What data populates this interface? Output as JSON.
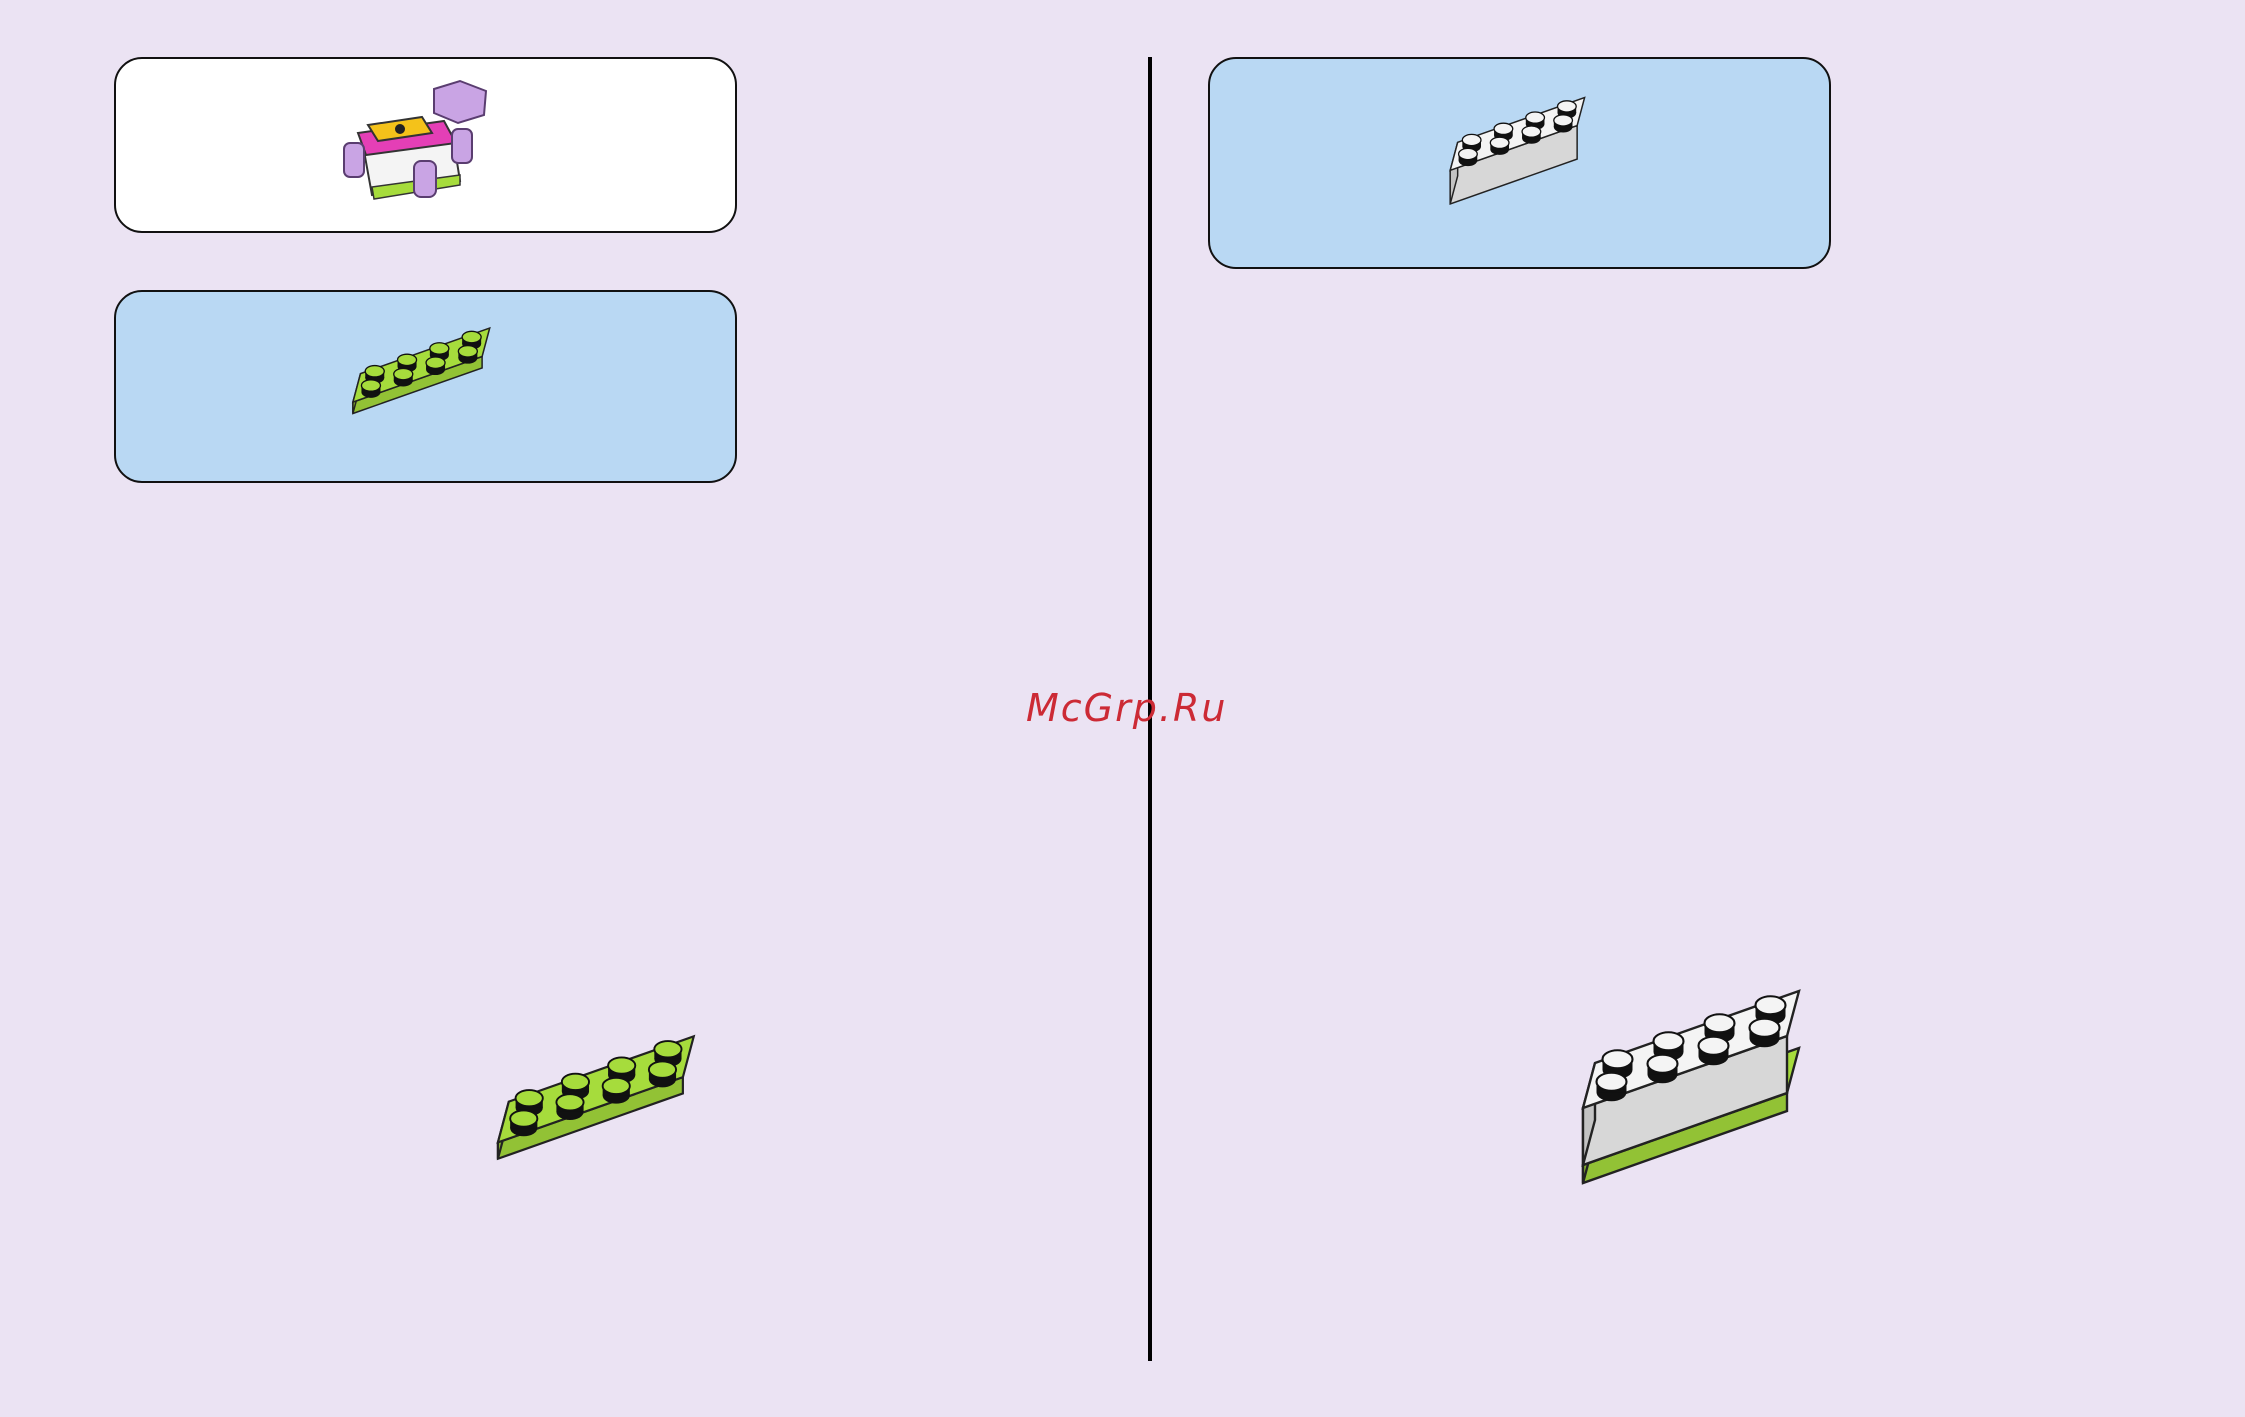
{
  "watermark": {
    "text": "McGrp.Ru",
    "color": "#cc2a35"
  },
  "colors": {
    "page_background": "#ebe3f3",
    "parts_panel": "#b9d8f3",
    "lime_brick": "#a6dc3c",
    "white_brick": "#f4f4f4",
    "submodel_pink": "#e43fb6",
    "submodel_yellow": "#f4c21a",
    "submodel_lavender": "#c9a4e4"
  },
  "left_page": {
    "submodel_callout": {
      "icon": "submodel-assembly-icon"
    },
    "parts_list": {
      "items": [
        {
          "icon": "lime-plate-2x4-icon",
          "color": "lime"
        }
      ]
    },
    "build_step": {
      "icon": "lime-plate-2x4-icon"
    }
  },
  "right_page": {
    "parts_list": {
      "items": [
        {
          "icon": "white-brick-2x4-icon",
          "color": "white"
        }
      ]
    },
    "build_step": {
      "icon": "white-brick-on-lime-plate-icon"
    }
  }
}
